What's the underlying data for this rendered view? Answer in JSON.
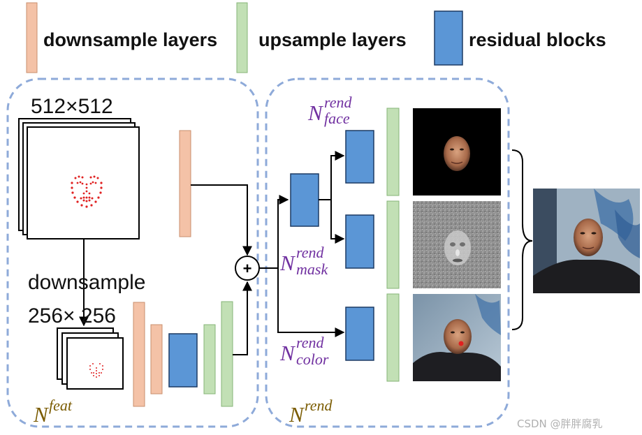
{
  "legend": {
    "downsample": "downsample layers",
    "upsample": "upsample layers",
    "residual": "residual blocks"
  },
  "labels": {
    "size_512": "512×512",
    "size_256": "256× 256",
    "downsample": "downsample",
    "plus": "+"
  },
  "networks": {
    "feat": {
      "base": "N",
      "sup": "feat"
    },
    "rend": {
      "base": "N",
      "sup": "rend"
    },
    "rend_face": {
      "base": "N",
      "sup": "rend",
      "sub": "face"
    },
    "rend_mask": {
      "base": "N",
      "sup": "rend",
      "sub": "mask"
    },
    "rend_color": {
      "base": "N",
      "sup": "rend",
      "sub": "color"
    }
  },
  "watermark": "CSDN @胖胖腐乳",
  "colors": {
    "downsample": "#f4c2a7",
    "upsample": "#c2e0b5",
    "residual": "#5b96d6",
    "dashed_border": "#8eaad9",
    "label_purple": "#7030a0",
    "label_olive": "#7a5b00",
    "landmark_red": "#e02020"
  }
}
